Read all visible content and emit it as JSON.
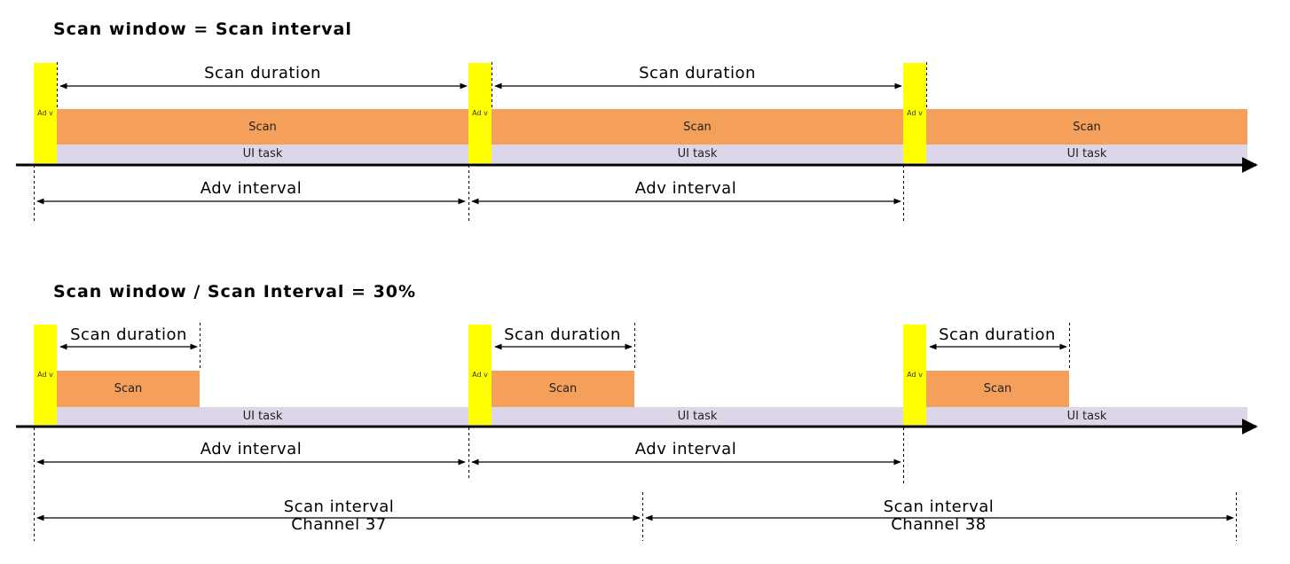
{
  "diagram1": {
    "title": "Scan window = Scan interval",
    "adv_label": "Ad v",
    "scan_label": "Scan",
    "ui_label": "UI task",
    "scan_duration_label": "Scan duration",
    "adv_interval_label": "Adv interval"
  },
  "diagram2": {
    "title": "Scan window / Scan Interval = 30%",
    "adv_label": "Ad v",
    "scan_label": "Scan",
    "ui_label": "UI task",
    "scan_duration_label": "Scan duration",
    "adv_interval_label": "Adv interval",
    "scan_intervals": [
      {
        "label": "Scan interval",
        "channel": "Channel 37"
      },
      {
        "label": "Scan interval",
        "channel": "Channel 38"
      }
    ]
  },
  "colors": {
    "adv": "#ffff00",
    "scan": "#f4a05a",
    "ui_task": "#dcd6e8",
    "timeline": "#000000"
  }
}
